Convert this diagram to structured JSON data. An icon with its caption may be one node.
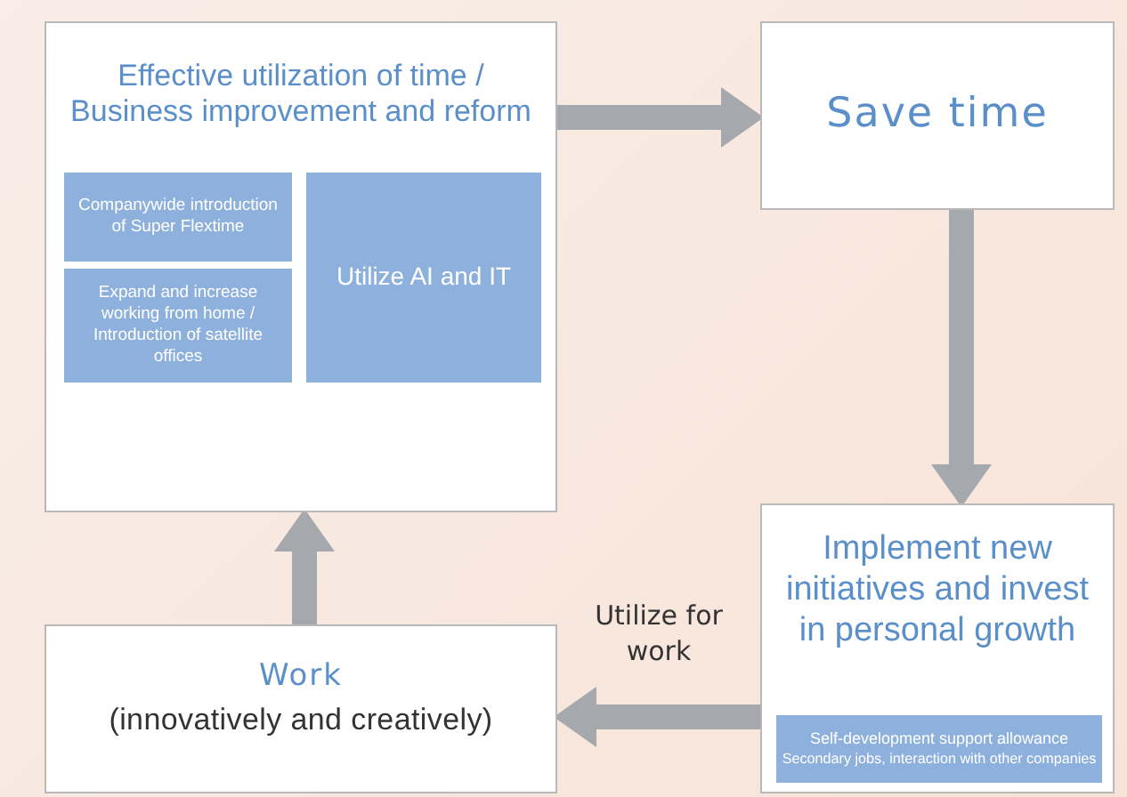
{
  "diagram": {
    "nodes": [
      {
        "text": [
          "Effective utilization of time / Business improvement and reform"
        ]
      },
      {
        "text": [
          "Companywide introduction of Super Flextime"
        ],
        "in": 0
      },
      {
        "text": [
          "Expand and increase working from home / Introduction of satellite offices"
        ],
        "in": 0
      },
      {
        "text": [
          "Utilize AI and IT"
        ],
        "in": 0
      },
      {
        "text": [
          "Save time"
        ]
      },
      {
        "text": [
          "Implement new initiatives and invest in personal growth"
        ]
      },
      {
        "text": [
          "Self-development support allowance",
          "Secondary jobs, interaction with other companies"
        ],
        "in": 5
      },
      {
        "text": [
          "Work",
          "(innovatively and creatively)"
        ]
      }
    ],
    "edges": [
      {
        "from": 0,
        "to": 4,
        "arrow": "to"
      },
      {
        "from": 4,
        "to": 5,
        "arrow": "to"
      },
      {
        "from": 5,
        "to": 7,
        "arrow": "to",
        "label": "Utilize for work"
      },
      {
        "from": 7,
        "to": 0,
        "arrow": "to"
      }
    ]
  }
}
